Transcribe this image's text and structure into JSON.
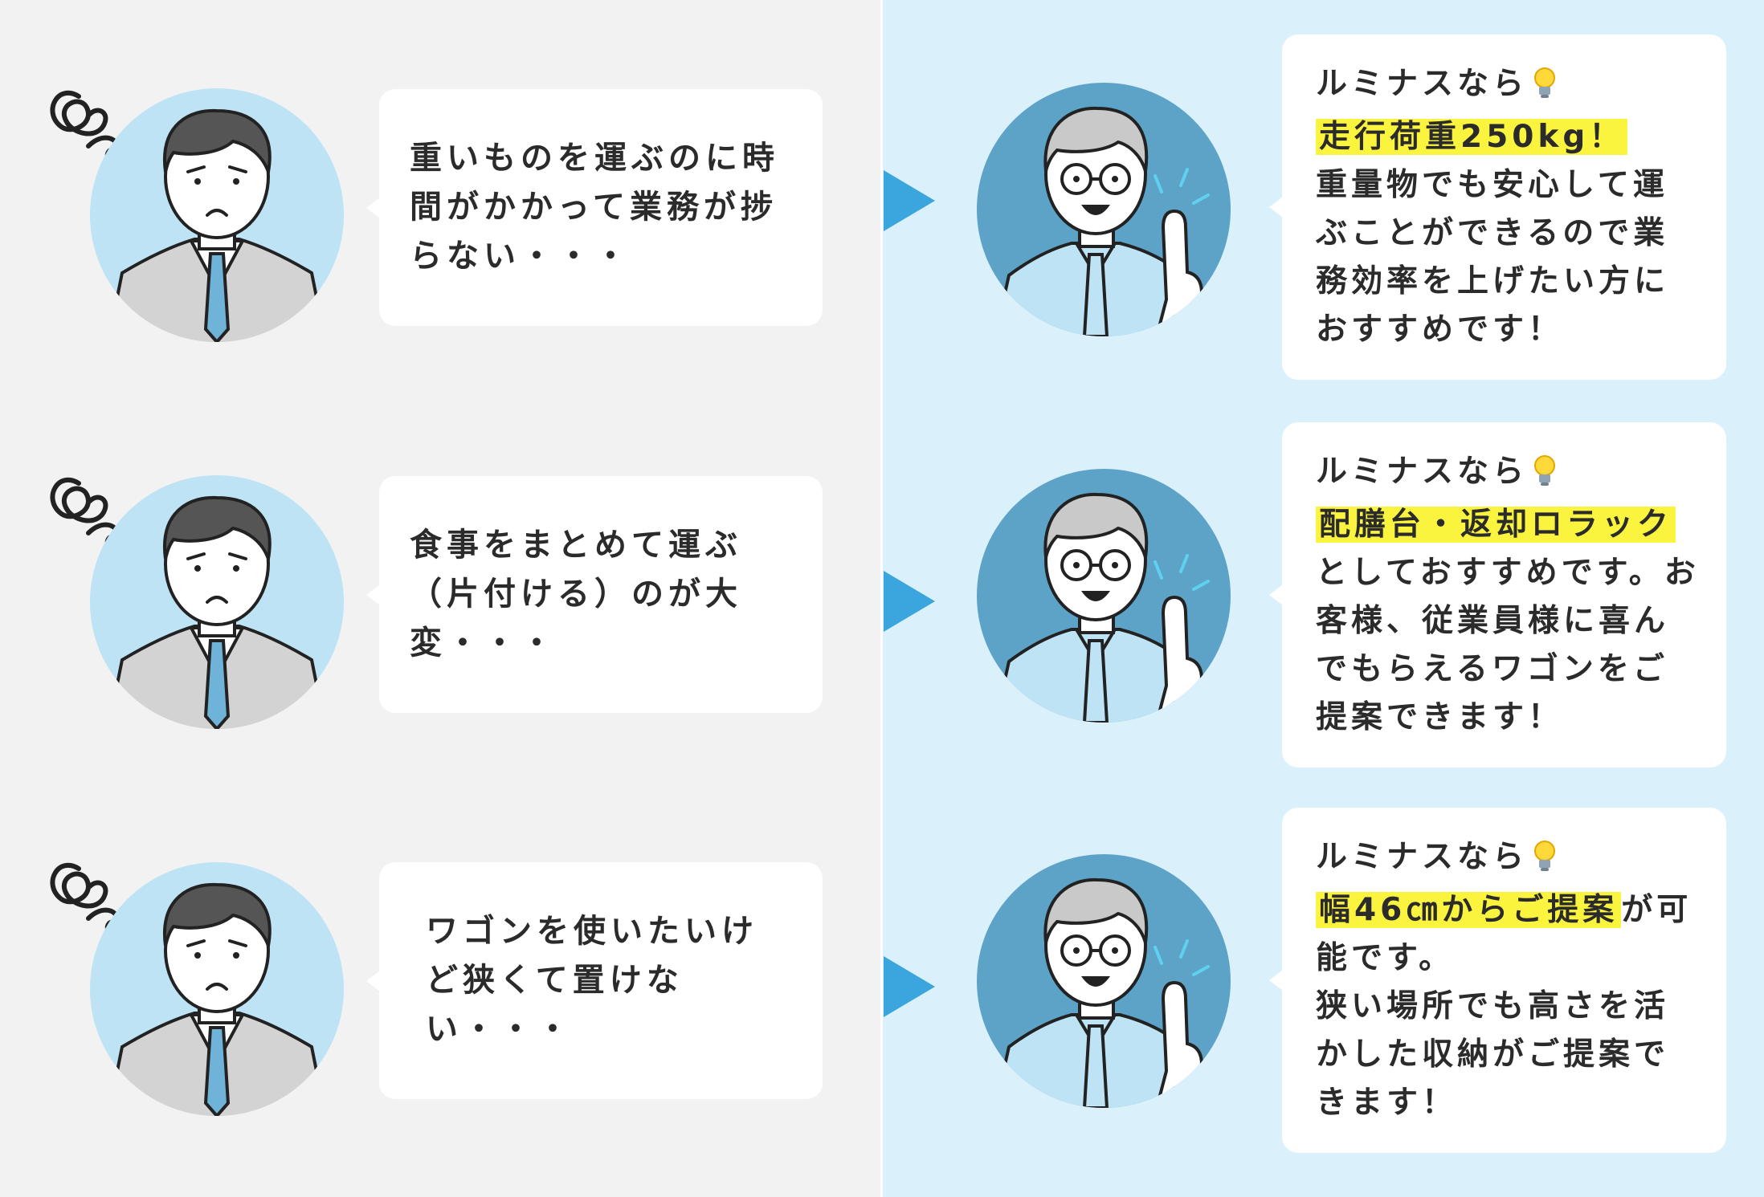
{
  "colors": {
    "left_background": "#f2f2f2",
    "right_background": "#daf1fc",
    "arrow": "#3aa6dd",
    "highlight": "#fbf43e",
    "avatar_light_blue": "#bde3f5",
    "avatar_dark_blue": "#5da3c7"
  },
  "problems": [
    {
      "icon": "worried-businessman-icon",
      "text": "重いものを運ぶのに時間がかかって業務が捗らない・・・"
    },
    {
      "icon": "worried-businessman-icon",
      "text": "食事をまとめて運ぶ（片付ける）のが大変・・・"
    },
    {
      "icon": "worried-businessman-icon",
      "text": "ワゴンを使いたいけど狭くて置けない・・・"
    }
  ],
  "solutions": [
    {
      "icon": "pointing-advisor-icon",
      "heading": "ルミナスなら",
      "highlight": "走行荷重250kg！",
      "after_highlight": "",
      "body": "重量物でも安心して運ぶことができるので業務効率を上げたい方におすすめです！"
    },
    {
      "icon": "pointing-advisor-icon",
      "heading": "ルミナスなら",
      "highlight": "配膳台・返却ロラック",
      "after_highlight": "",
      "body": "としておすすめです。お客様、従業員様に喜んでもらえるワゴンをご提案できます！"
    },
    {
      "icon": "pointing-advisor-icon",
      "heading": "ルミナスなら",
      "highlight": "幅46㎝からご提案",
      "after_highlight": "が可能です。",
      "body": "狭い場所でも高さを活かした収納がご提案できます！"
    }
  ]
}
